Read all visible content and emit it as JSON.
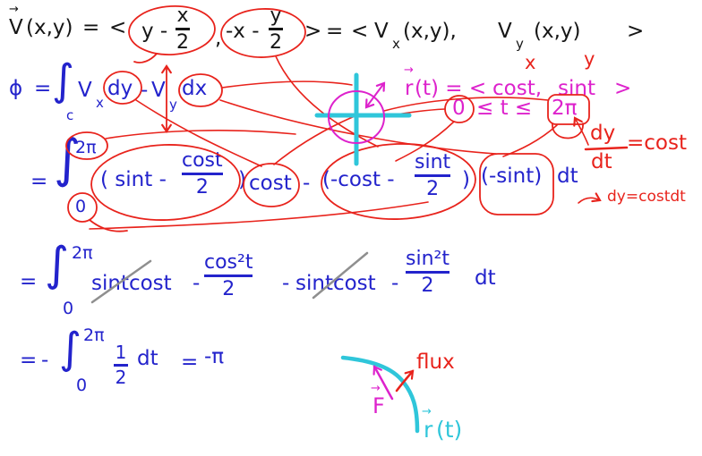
{
  "colors": {
    "ink_black": "#161616",
    "ink_blue": "#2323cc",
    "ink_red": "#e8231c",
    "ink_magenta": "#dd22cc",
    "ink_cyan": "#2fc6da",
    "ink_gray": "#8f8f8f",
    "background": "#ffffff"
  },
  "sym": {
    "vec": "→"
  },
  "line1": {
    "v": "V",
    "args": "(x,y)",
    "eq1": "=",
    "lt1": "<",
    "y_minus": "y -",
    "fx_n": "x",
    "fx_d": "2",
    "comma": ",",
    "negx_minus": "-x -",
    "fy_n": "y",
    "fy_d": "2",
    "gt1": ">",
    "eq2": "=",
    "lt2": "<",
    "vx": "V",
    "vx_sub": "x",
    "vx_args": "(x,y),",
    "vy": "V",
    "vy_sub": "y",
    "vy_args": "(x,y)",
    "gt2": ">"
  },
  "line2": {
    "phi": "ϕ",
    "eq": "=",
    "integral": "∫",
    "sub_c": "c",
    "vx": "V",
    "vx_sub": "x",
    "dy": "dy",
    "minus": "-",
    "vy": "V",
    "vy_sub": "y",
    "dx": "dx"
  },
  "param": {
    "r": "r",
    "mid": "(t) = <",
    "cost": "cost,",
    "sint": "sint",
    "gt": ">",
    "x_label": "x",
    "y_label": "y",
    "zero": "0",
    "leq": "≤ t ≤",
    "two_pi": "2π"
  },
  "deriv": {
    "num": "dy",
    "den": "dt",
    "eq_cost": "=cost",
    "note": "dy=costdt"
  },
  "line3": {
    "eq": "=",
    "integral": "∫",
    "hi": "2π",
    "lo": "0",
    "p1": "( sint -",
    "f1n": "cost",
    "f1d": "2",
    "p1c": ")",
    "cost": "cost",
    "minus": "-",
    "p2": "(-cost -",
    "f2n": "sint",
    "f2d": "2",
    "p2c": ")",
    "p3": "(-sint)",
    "dt": "dt"
  },
  "line4": {
    "eq": "=",
    "integral": "∫",
    "hi": "2π",
    "lo": "0",
    "t1": "sintcost",
    "m1": "-",
    "f1n": "cos²t",
    "f1d": "2",
    "m2": "-",
    "t2": "sintcost",
    "m3": "-",
    "f2n": "sin²t",
    "f2d": "2",
    "dt": "dt"
  },
  "line5": {
    "eq": "=",
    "minus": "-",
    "integral": "∫",
    "hi": "2π",
    "lo": "0",
    "f1n": "1",
    "f1d": "2",
    "dt": "dt",
    "eq2": "=",
    "result": "-π"
  },
  "diagram": {
    "flux": "flux",
    "f": "F",
    "r": "r",
    "rt": "(t)"
  }
}
